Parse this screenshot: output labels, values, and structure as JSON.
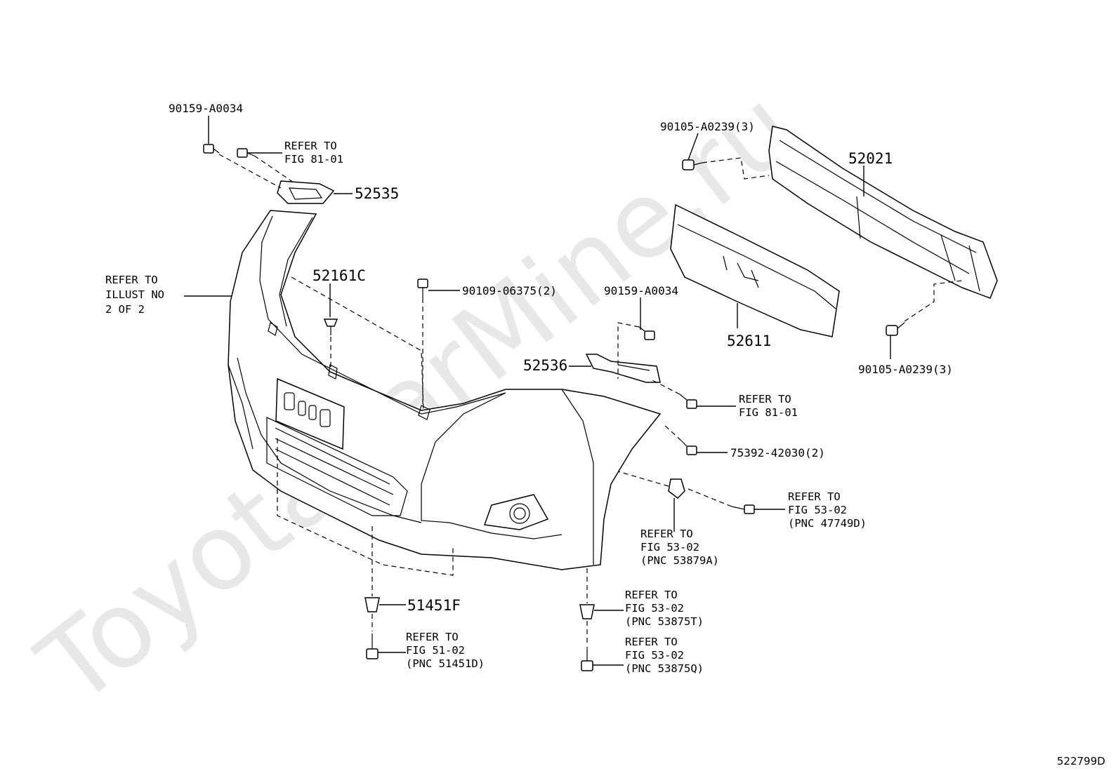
{
  "watermark": "ToyotaCarMine.ru",
  "figure_code": "522799D",
  "callouts": {
    "screw_top_left": "90159-A0034",
    "refer_top_1": "REFER TO",
    "refer_top_2": "FIG 81-01",
    "bracket_52535": "52535",
    "refer_illust_1": "REFER TO",
    "refer_illust_2": "ILLUST NO",
    "refer_illust_3": "2 OF 2",
    "clip_52161c": "52161C",
    "bolt_90109": "90109-06375(2)",
    "bolt_90105_top": "90105-A0239(3)",
    "reinforcement_52021": "52021",
    "absorber_52611": "52611",
    "screw_mid": "90159-A0034",
    "bolt_90105_right": "90105-A0239(3)",
    "bracket_52536": "52536",
    "refer_mid_1": "REFER TO",
    "refer_mid_2": "FIG 81-01",
    "screw_75392": "75392-42030(2)",
    "refer_47749_1": "REFER TO",
    "refer_47749_2": "FIG 53-02",
    "refer_47749_3": "(PNC 47749D)",
    "refer_53879_1": "REFER TO",
    "refer_53879_2": "FIG 53-02",
    "refer_53879_3": "(PNC 53879A)",
    "clip_51451f": "51451F",
    "refer_51451_1": "REFER TO",
    "refer_51451_2": "FIG 51-02",
    "refer_51451_3": "(PNC 51451D)",
    "refer_53875t_1": "REFER TO",
    "refer_53875t_2": "FIG 53-02",
    "refer_53875t_3": "(PNC 53875T)",
    "refer_53875q_1": "REFER TO",
    "refer_53875q_2": "FIG 53-02",
    "refer_53875q_3": "(PNC 53875Q)"
  }
}
